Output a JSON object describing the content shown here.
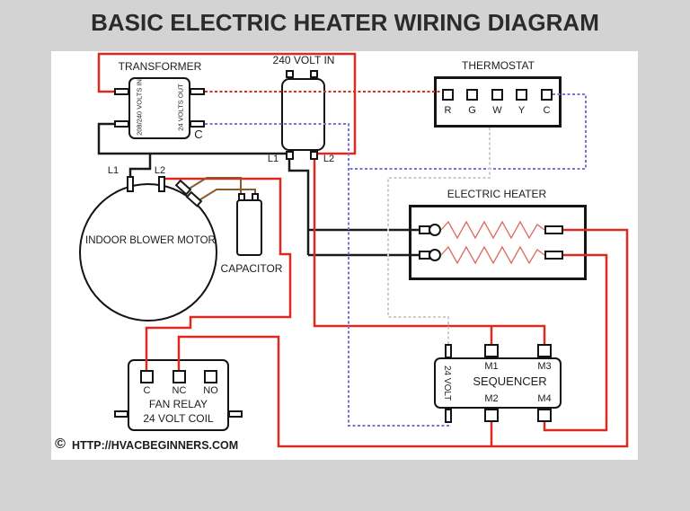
{
  "title": "BASIC ELECTRIC HEATER WIRING DIAGRAM",
  "footer": {
    "symbol": "©",
    "url": "HTTP://HVACBEGINNERS.COM"
  },
  "colors": {
    "wire_red": "#dd2a20",
    "wire_black": "#1b1b1b",
    "wire_blue": "#7776d8",
    "wire_gray": "#cccccc",
    "wire_brown": "#8a5a2a",
    "element_red": "#d96a60"
  },
  "transformer": {
    "label": "TRANSFORMER",
    "primary": "208/240 VOLTS IN",
    "secondary": "24 VOLTS OUT",
    "common": "C"
  },
  "volt_in": {
    "label": "240 VOLT IN",
    "terminals": [
      "L1",
      "L2"
    ]
  },
  "thermostat": {
    "label": "THERMOSTAT",
    "terminals": [
      "R",
      "G",
      "W",
      "Y",
      "C"
    ]
  },
  "heater": {
    "label": "ELECTRIC HEATER"
  },
  "blower": {
    "label": "INDOOR BLOWER MOTOR",
    "terminals": [
      "L1",
      "L2"
    ]
  },
  "capacitor": {
    "label": "CAPACITOR"
  },
  "fan_relay": {
    "terminals": [
      "C",
      "NC",
      "NO"
    ],
    "line1": "FAN RELAY",
    "line2": "24 VOLT COIL"
  },
  "sequencer": {
    "label": "SEQUENCER",
    "side": "24 VOLT",
    "terminals_top": [
      "M1",
      "M3"
    ],
    "terminals_bottom": [
      "M2",
      "M4"
    ]
  }
}
